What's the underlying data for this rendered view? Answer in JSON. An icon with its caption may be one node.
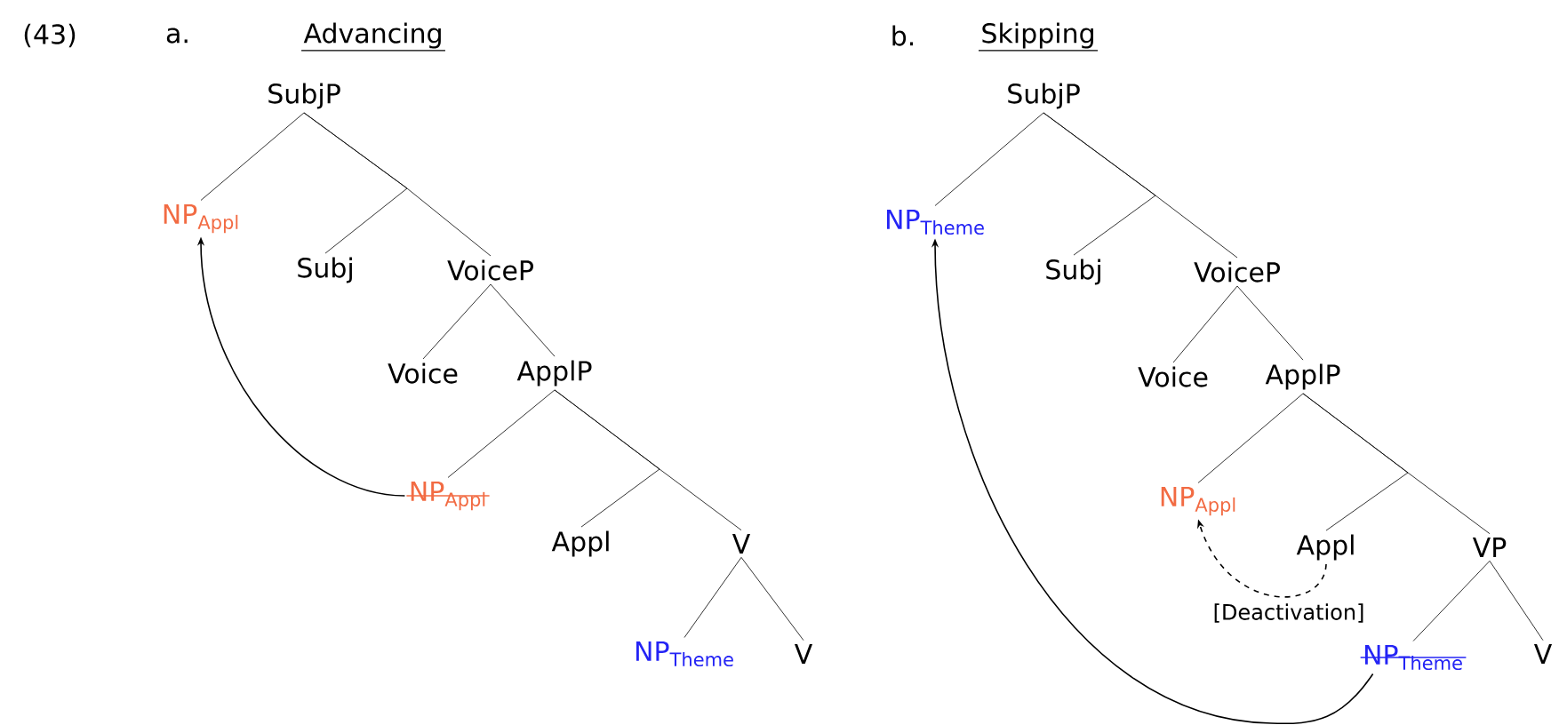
{
  "diagram": {
    "nodes": [
      {
        "text": [
          "SubjP"
        ]
      },
      {
        "text": [
          "NP$_{Appl}$"
        ]
      },
      {
        "text": [
          "Subj"
        ]
      },
      {
        "text": [
          "VoiceP"
        ]
      },
      {
        "text": [
          "Voice"
        ]
      },
      {
        "text": [
          "ApplP"
        ]
      },
      {
        "text": [
          "NP$_{Appl}$"
        ]
      },
      {
        "text": [
          "Appl"
        ]
      },
      {
        "text": [
          "V"
        ]
      },
      {
        "text": [
          "NP$_{Theme}$"
        ]
      },
      {
        "text": [
          "V"
        ]
      },
      {
        "text": [
          "SubjP"
        ]
      },
      {
        "text": [
          "NP$_{Theme}$"
        ]
      },
      {
        "text": [
          "Subj"
        ]
      },
      {
        "text": [
          "VoiceP"
        ]
      },
      {
        "text": [
          "Voice"
        ]
      },
      {
        "text": [
          "ApplP"
        ]
      },
      {
        "text": [
          "NP$_{Appl}$"
        ]
      },
      {
        "text": [
          "Appl"
        ]
      },
      {
        "text": [
          "VP"
        ]
      },
      {
        "text": [
          "NP$_{Theme}$"
        ]
      },
      {
        "text": [
          "V"
        ]
      }
    ],
    "edges": [
      {
        "from": 0,
        "to": 1,
        "arrow": "none"
      },
      {
        "from": 0,
        "to": 2,
        "arrow": "none"
      },
      {
        "from": 0,
        "to": 3,
        "arrow": "none"
      },
      {
        "from": 3,
        "to": 4,
        "arrow": "none"
      },
      {
        "from": 3,
        "to": 5,
        "arrow": "none"
      },
      {
        "from": 5,
        "to": 6,
        "arrow": "none"
      },
      {
        "from": 5,
        "to": 7,
        "arrow": "none"
      },
      {
        "from": 5,
        "to": 8,
        "arrow": "none"
      },
      {
        "from": 8,
        "to": 9,
        "arrow": "none"
      },
      {
        "from": 8,
        "to": 10,
        "arrow": "none"
      },
      {
        "from": 6,
        "to": 1,
        "arrow": "to"
      },
      {
        "from": 11,
        "to": 12,
        "arrow": "none"
      },
      {
        "from": 11,
        "to": 13,
        "arrow": "none"
      },
      {
        "from": 11,
        "to": 14,
        "arrow": "none"
      },
      {
        "from": 14,
        "to": 15,
        "arrow": "none"
      },
      {
        "from": 14,
        "to": 16,
        "arrow": "none"
      },
      {
        "from": 16,
        "to": 17,
        "arrow": "none"
      },
      {
        "from": 16,
        "to": 18,
        "arrow": "none"
      },
      {
        "from": 16,
        "to": 19,
        "arrow": "none"
      },
      {
        "from": 19,
        "to": 20,
        "arrow": "none"
      },
      {
        "from": 19,
        "to": 21,
        "arrow": "none"
      },
      {
        "from": 20,
        "to": 12,
        "arrow": "to"
      },
      {
        "from": 18,
        "to": 17,
        "arrow": "to",
        "style": "dashed",
        "label": "[Deactivation]"
      }
    ],
    "labels": [
      "(43)",
      "a.",
      "Advancing",
      "b.",
      "Skipping"
    ]
  }
}
